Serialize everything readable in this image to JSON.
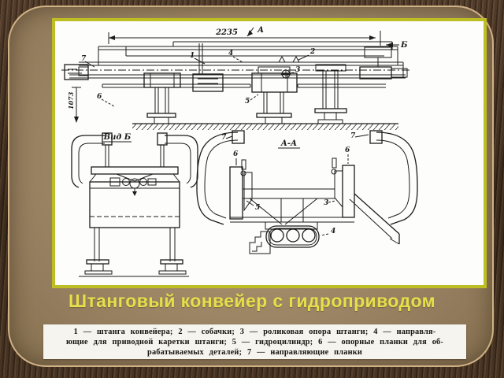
{
  "slide": {
    "title": "Штанговый конвейер с гидроприводом"
  },
  "caption": {
    "lines": [
      "1 — штанга конвейера; 2 — собачки; 3 — роликовая опора штанги; 4 — направля-",
      "ющие для приводной каретки штанги; 5 — гидроцилиндр; 6 — опорные планки для об-",
      "рабатываемых деталей; 7 — направляющие планки"
    ]
  },
  "drawing": {
    "dim_width": "2235",
    "dim_height": "1073",
    "marker_a": "А",
    "marker_b": "Б",
    "view_b_label": "Вид Б",
    "section_aa_label": "А-А",
    "labels": {
      "l1": "1",
      "l2": "2",
      "l3": "3",
      "l4": "4",
      "l5": "5",
      "l6": "6",
      "l7": "7"
    }
  },
  "colors": {
    "frame": "#4a3626",
    "background": "#a18a68",
    "panel_border": "#bdbe24",
    "title": "#e6df4b",
    "ink": "#1c1c1c"
  }
}
